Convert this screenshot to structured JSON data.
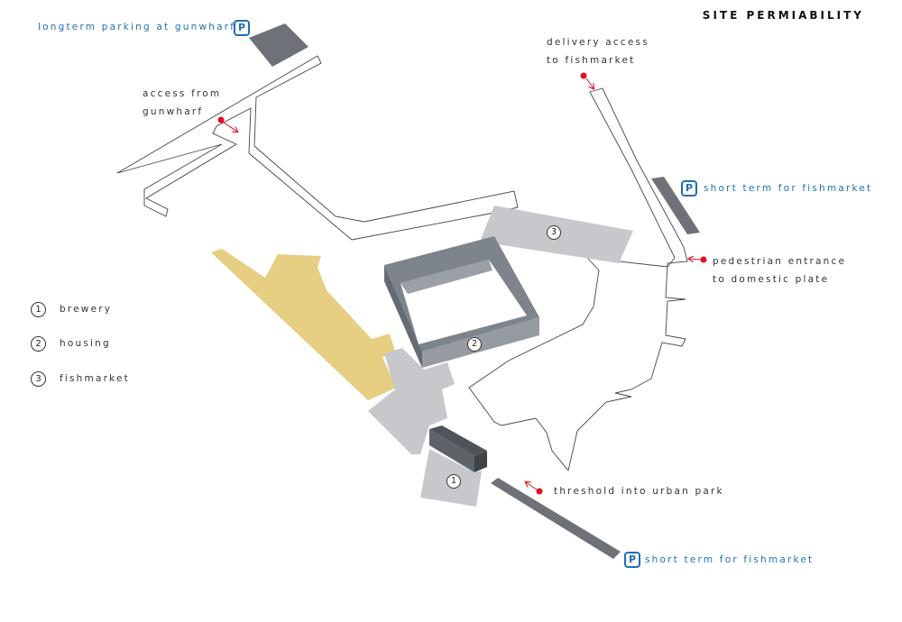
{
  "title": "SITE PERMIABILITY",
  "parking_symbol": "P",
  "labels": {
    "longterm_parking": "longterm parking at gunwharf",
    "access_line1": "access from",
    "access_line2": "gunwharf",
    "delivery_line1": "delivery access",
    "delivery_line2": "to fishmarket",
    "short_term_right": "short term for fishmarket",
    "pedestrian_line1": "pedestrian entrance",
    "pedestrian_line2": "to domestic plate",
    "threshold": "threshold into urban park",
    "short_term_bottom": "short term for fishmarket"
  },
  "legend": [
    {
      "num": "1",
      "label": "brewery"
    },
    {
      "num": "2",
      "label": "housing"
    },
    {
      "num": "3",
      "label": "fishmarket"
    }
  ],
  "map_numbers": {
    "brewery": "1",
    "housing": "2",
    "fishmarket": "3"
  },
  "colors": {
    "accent_blue": "#1e6fb5",
    "arrow_red": "#e3101e",
    "parking_grey": "#6e7278",
    "brewery_yellow": "#e6ce82",
    "light_grey": "#c6c8cc",
    "housing_dark": "#7d848b"
  }
}
